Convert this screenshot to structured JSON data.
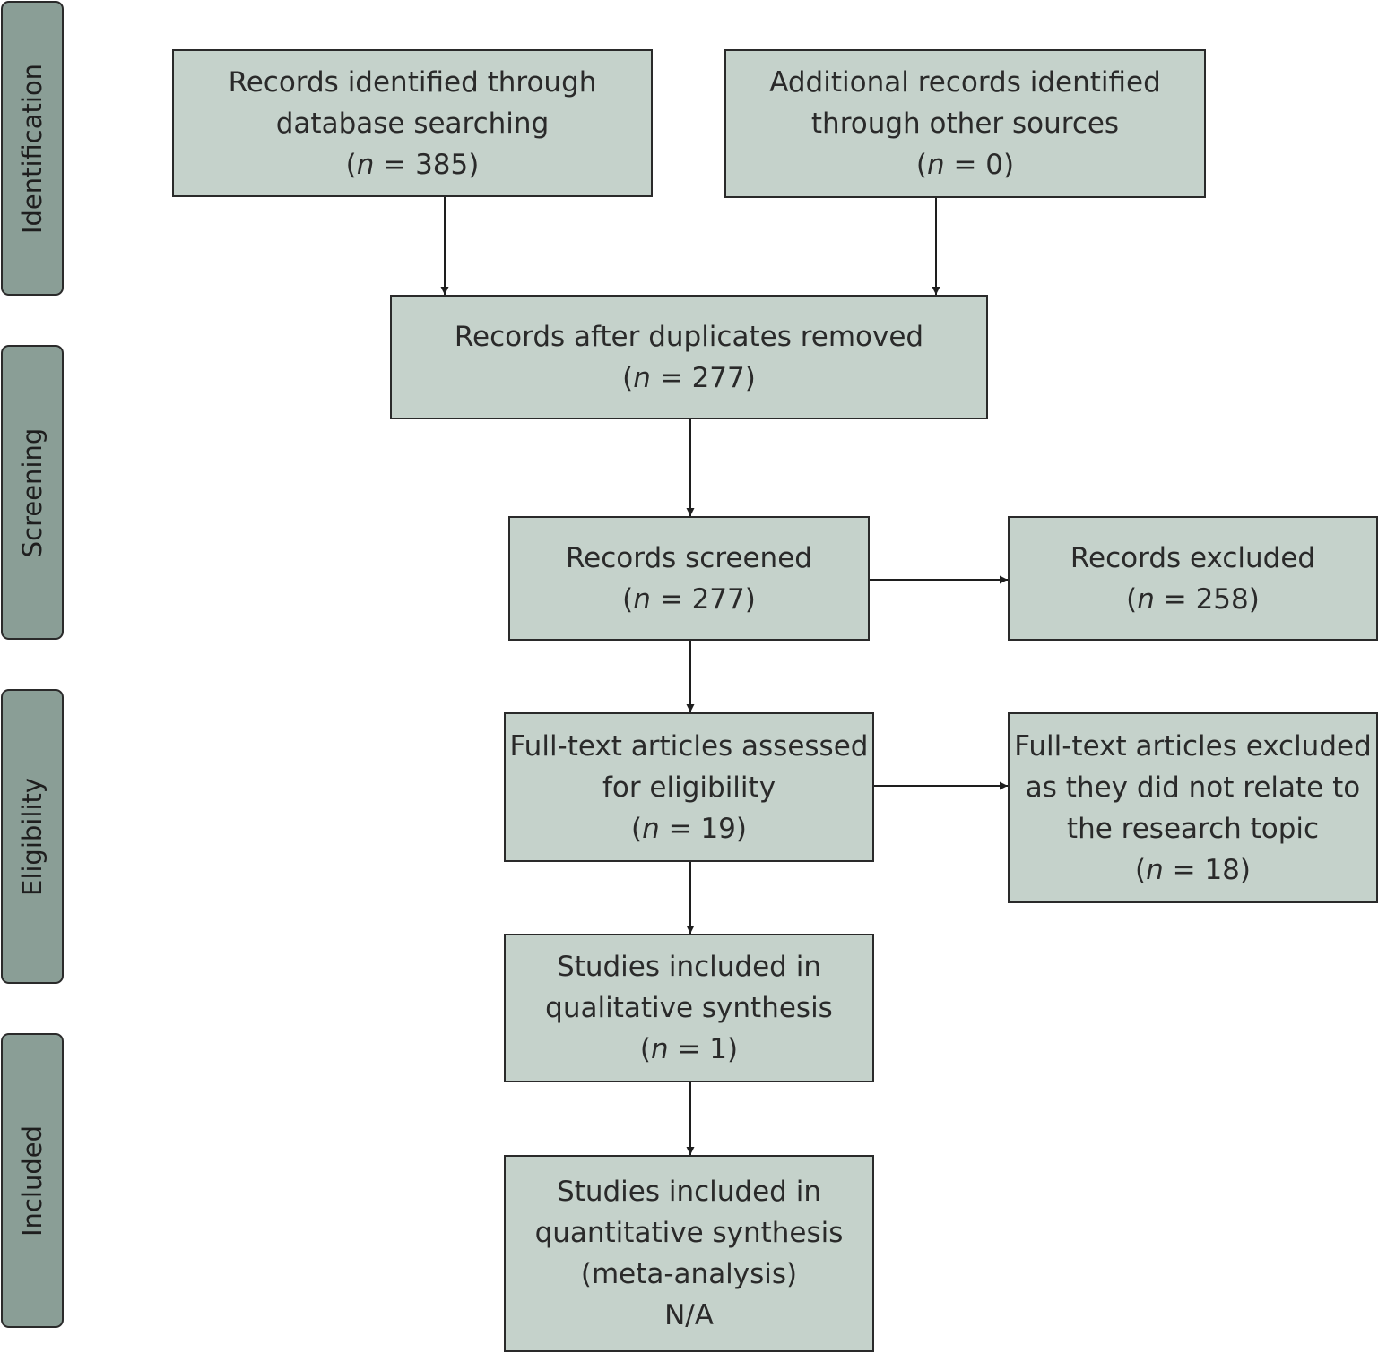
{
  "phases": [
    {
      "label": "Identification"
    },
    {
      "label": "Screening"
    },
    {
      "label": "Eligibility"
    },
    {
      "label": "Included"
    }
  ],
  "boxes": {
    "database": {
      "lines": [
        "Records identified through",
        "database searching"
      ],
      "n_var": "n",
      "n_text": " = 385)"
    },
    "other": {
      "lines": [
        "Additional records identified",
        "through other sources"
      ],
      "n_var": "n",
      "n_text": " = 0)"
    },
    "duplicates": {
      "lines": [
        "Records after duplicates removed"
      ],
      "n_var": "n",
      "n_text": " = 277)"
    },
    "screened": {
      "lines": [
        "Records screened"
      ],
      "n_var": "n",
      "n_text": " = 277)"
    },
    "excluded": {
      "lines": [
        "Records excluded"
      ],
      "n_var": "n",
      "n_text": " = 258)"
    },
    "fulltext": {
      "lines": [
        "Full-text articles assessed",
        "for eligibility"
      ],
      "n_var": "n",
      "n_text": " = 19)"
    },
    "fulltext_excluded": {
      "lines": [
        "Full-text articles excluded",
        "as they did not relate to",
        "the research topic"
      ],
      "n_var": "n",
      "n_text": " = 18)"
    },
    "qualitative": {
      "lines": [
        "Studies included in",
        "qualitative synthesis"
      ],
      "n_var": "n",
      "n_text": " = 1)"
    },
    "quantitative": {
      "lines": [
        "Studies included in",
        "quantitative synthesis",
        "(meta-analysis)",
        "N/A"
      ]
    }
  },
  "n_open": "("
}
